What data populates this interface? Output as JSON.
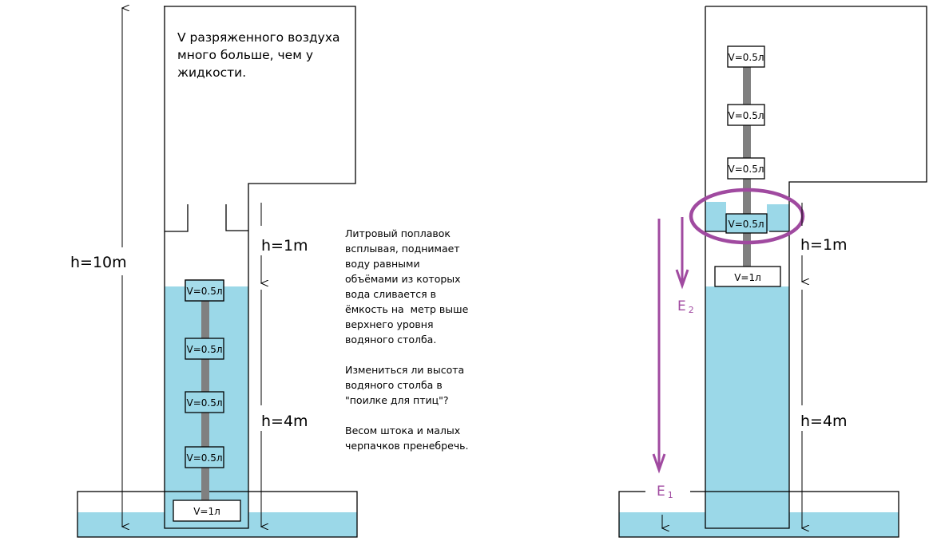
{
  "left": {
    "air_note": [
      "V разряженного воздуха",
      "много больше, чем у",
      "жидкости."
    ],
    "height_total": "h=10m",
    "height_top": "h=1m",
    "height_column": "h=4m",
    "small_cups": [
      "V=0.5л",
      "V=0.5л",
      "V=0.5л",
      "V=0.5л"
    ],
    "float": "V=1л"
  },
  "description": {
    "paragraph1": [
      "Литровый поплавок",
      "всплывая, поднимает",
      "воду равными",
      "объёмами из которых",
      "вода сливается в",
      "ёмкость на  метр выше",
      "верхнего уровня",
      "водяного столба."
    ],
    "paragraph2": [
      "Измениться ли высота",
      "водяного столба в",
      "\"поилке для птиц\"?"
    ],
    "paragraph3": [
      "Весом штока и малых",
      "черпачков пренебречь."
    ]
  },
  "right": {
    "small_cups": [
      "V=0.5л",
      "V=0.5л",
      "V=0.5л",
      "V=0.5л"
    ],
    "float": "V=1л",
    "height_top": "h=1m",
    "height_column": "h=4m",
    "energy_1": {
      "letter": "E",
      "sub": "1"
    },
    "energy_2": {
      "letter": "E",
      "sub": "2"
    }
  },
  "colors": {
    "water": "#9bd8e8",
    "rod": "#808080",
    "highlight": "#a04aa0"
  }
}
